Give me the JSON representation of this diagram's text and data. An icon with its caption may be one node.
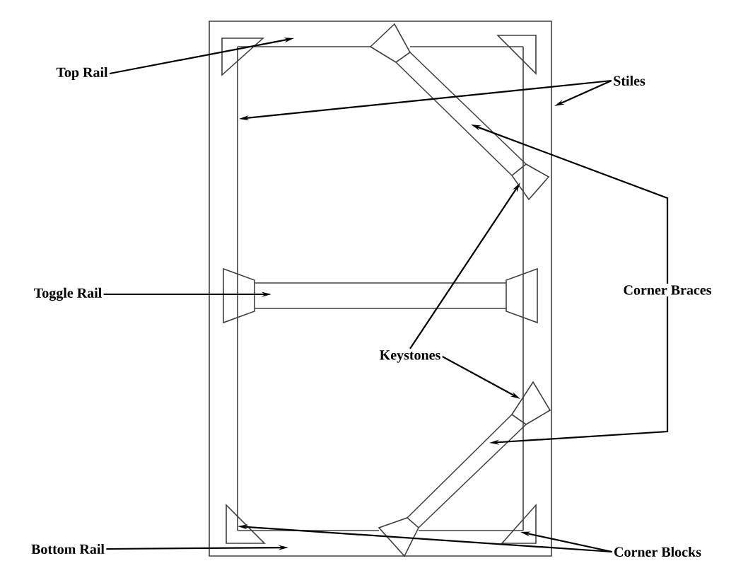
{
  "diagram": {
    "nodes": [
      {
        "text": [
          "Top Rail"
        ]
      },
      {
        "text": [
          "Stiles"
        ]
      },
      {
        "text": [
          "Toggle Rail"
        ]
      },
      {
        "text": [
          "Keystones"
        ]
      },
      {
        "text": [
          "Corner Braces"
        ]
      },
      {
        "text": [
          "Bottom Rail"
        ]
      },
      {
        "text": [
          "Corner Blocks"
        ]
      }
    ],
    "edges": [
      {
        "from": 0,
        "to": null,
        "arrow": "to"
      },
      {
        "from": 1,
        "to": null,
        "arrow": "to"
      },
      {
        "from": 1,
        "to": null,
        "arrow": "to"
      },
      {
        "from": 2,
        "to": null,
        "arrow": "to"
      },
      {
        "from": 3,
        "to": null,
        "arrow": "to"
      },
      {
        "from": 3,
        "to": null,
        "arrow": "to"
      },
      {
        "from": 4,
        "to": null,
        "arrow": "to"
      },
      {
        "from": 4,
        "to": null,
        "arrow": "to"
      },
      {
        "from": 5,
        "to": null,
        "arrow": "to"
      },
      {
        "from": 6,
        "to": null,
        "arrow": "to"
      },
      {
        "from": 6,
        "to": null,
        "arrow": "to"
      }
    ]
  }
}
